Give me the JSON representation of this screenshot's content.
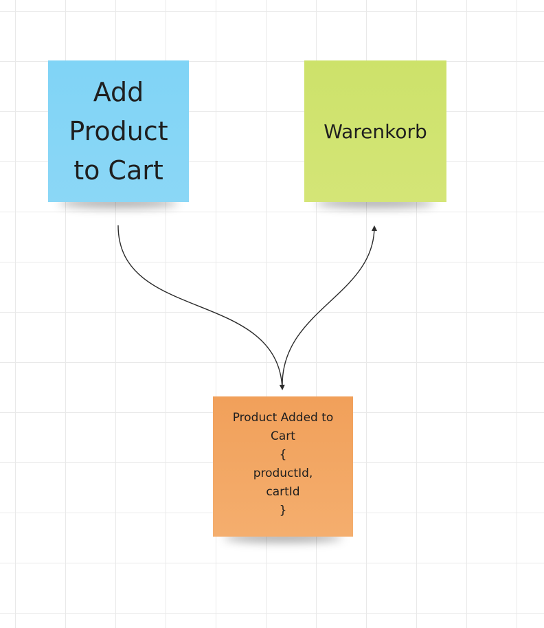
{
  "board": {
    "notes": [
      {
        "id": "add-product",
        "text": "Add Product to Cart",
        "color": "#86d5f6"
      },
      {
        "id": "warenkorb",
        "text": "Warenkorb",
        "color": "#d0e36f"
      },
      {
        "id": "product-added",
        "color": "#f2a664",
        "lines": [
          "Product Added to",
          "Cart",
          "{",
          "productId,",
          "cartId",
          "}"
        ]
      }
    ],
    "connector_color": "#2b2b2b"
  }
}
